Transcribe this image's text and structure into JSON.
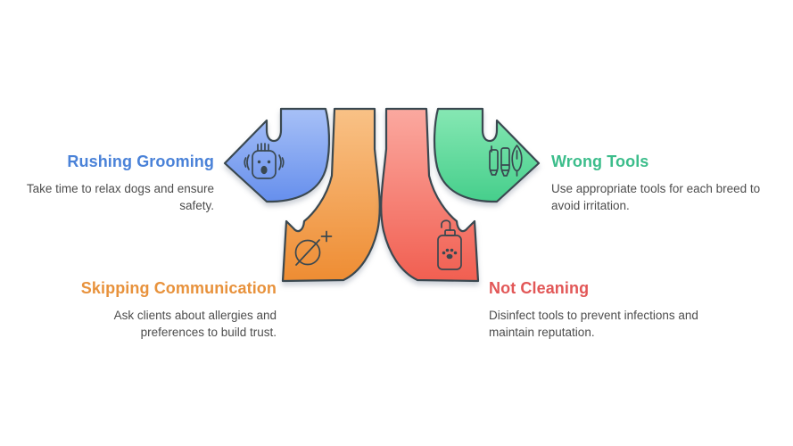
{
  "background": "#ffffff",
  "outline_color": "#3a4850",
  "items": [
    {
      "id": "rushing",
      "title": "Rushing Grooming",
      "description": "Take time to relax dogs and ensure safety.",
      "title_color": "#4a82d8",
      "arrow": {
        "from": "#a8c1f7",
        "to": "#628cec"
      },
      "icon": "shaking-dog-icon",
      "direction": "left"
    },
    {
      "id": "skipping",
      "title": "Skipping Communication",
      "description": "Ask clients about allergies and preferences to build trust.",
      "title_color": "#e8923c",
      "arrow": {
        "from": "#f9c287",
        "to": "#ee8c32"
      },
      "icon": "no-communication-icon",
      "direction": "down-left"
    },
    {
      "id": "notcleaning",
      "title": "Not Cleaning",
      "description": "Disinfect tools to prevent infections and maintain reputation.",
      "title_color": "#e25757",
      "arrow": {
        "from": "#fba9a0",
        "to": "#f15e50"
      },
      "icon": "soap-dispenser-icon",
      "direction": "down-right"
    },
    {
      "id": "wrongtools",
      "title": "Wrong Tools",
      "description": "Use appropriate tools for each breed to avoid irritation.",
      "title_color": "#3cbd8b",
      "arrow": {
        "from": "#87e8b4",
        "to": "#42cd89"
      },
      "icon": "grooming-tools-icon",
      "direction": "right"
    }
  ]
}
